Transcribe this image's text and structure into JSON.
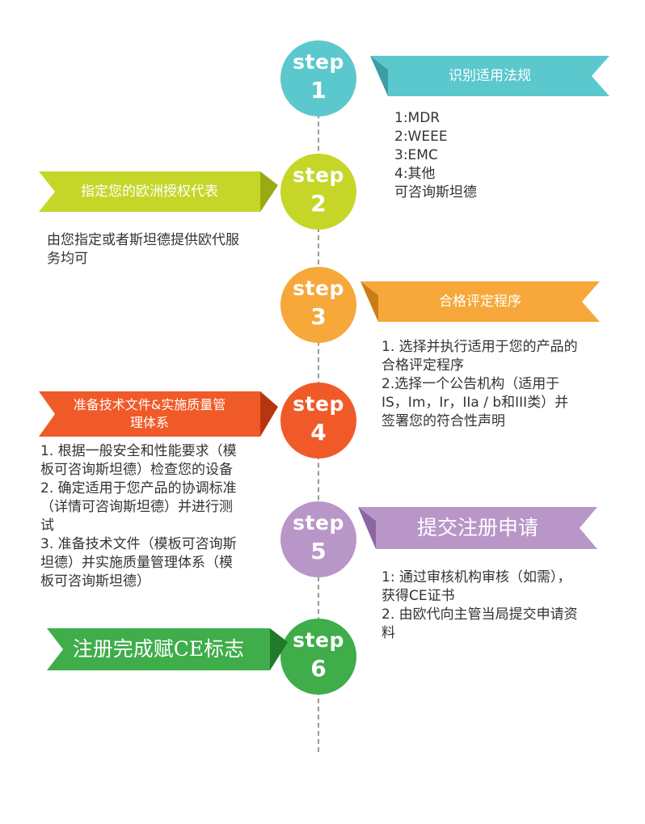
{
  "steps": [
    {
      "word": "step",
      "number": "1",
      "color": "#5bc8cd",
      "title": "识别适用法规",
      "lines": [
        "1:MDR",
        "2:WEEE",
        "3:EMC",
        "4:其他",
        "可咨询斯坦德"
      ]
    },
    {
      "word": "step",
      "number": "2",
      "color": "#c5d629",
      "title": "指定您的欧洲授权代表",
      "lines": [
        "由您指定或者斯坦德提供欧代服",
        "务均可"
      ]
    },
    {
      "word": "step",
      "number": "3",
      "color": "#f6a83a",
      "title": "合格评定程序",
      "lines": [
        "1. 选择并执行适用于您的产品的",
        "合格评定程序",
        "2.选择一个公告机构（适用于",
        "IS，Im，Ir，IIa / b和III类）并",
        "签署您的符合性声明"
      ]
    },
    {
      "word": "step",
      "number": "4",
      "color": "#f05a28",
      "title_lines": [
        "准备技术文件&实施质量管",
        "理体系"
      ],
      "lines": [
        "1. 根据一般安全和性能要求（模",
        "板可咨询斯坦德）检查您的设备",
        "2. 确定适用于您产品的协调标准",
        "（详情可咨询斯坦德）并进行测",
        "试",
        "3. 准备技术文件（模板可咨询斯",
        "坦德）并实施质量管理体系（模",
        "板可咨询斯坦德）"
      ]
    },
    {
      "word": "step",
      "number": "5",
      "color": "#b996c8",
      "title": "提交注册申请",
      "lines": [
        "1: 通过审核机构审核（如需），",
        "获得CE证书",
        "2. 由欧代向主管当局提交申请资",
        "料"
      ]
    },
    {
      "word": "step",
      "number": "6",
      "color": "#3ead4a",
      "title": "注册完成赋CE标志",
      "lines": []
    }
  ]
}
